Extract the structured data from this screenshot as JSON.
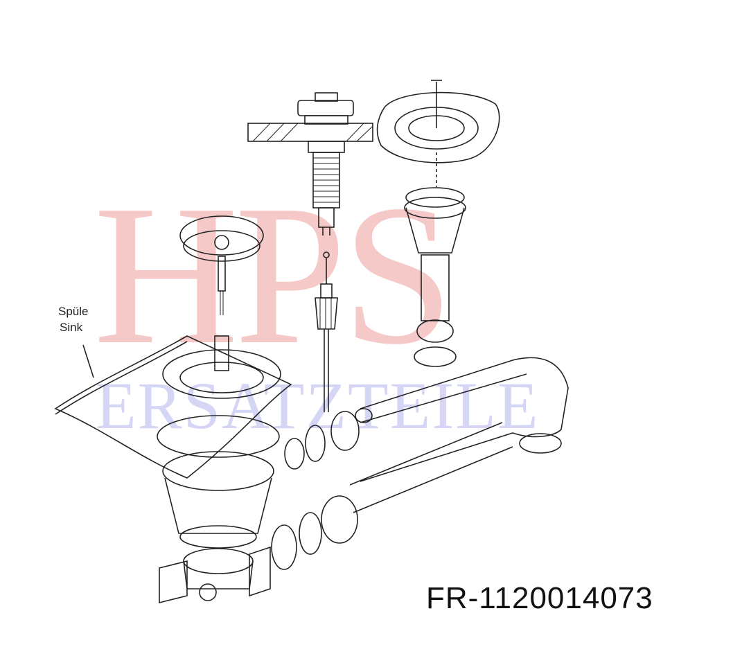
{
  "watermark": {
    "brand": "HPS",
    "subtitle": "ERSATZTEILE"
  },
  "labels": {
    "sink_de": "Spüle",
    "sink_en": "Sink"
  },
  "part_number": "FR-1120014073"
}
